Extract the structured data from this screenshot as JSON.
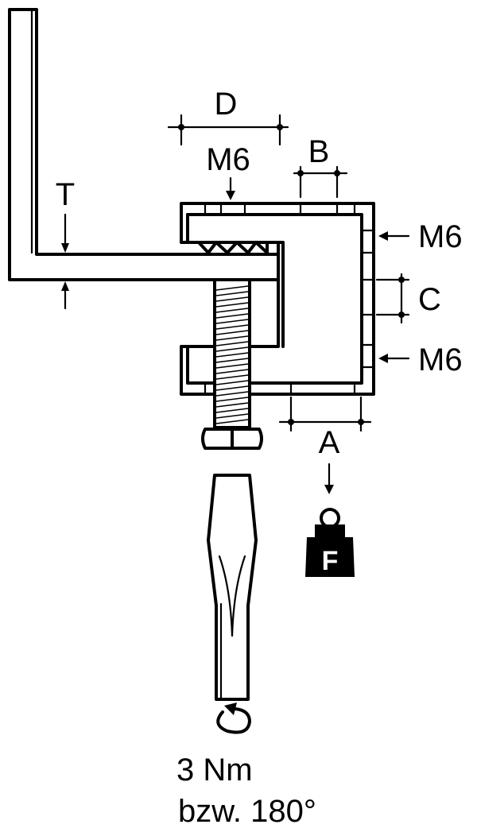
{
  "labels": {
    "d": "D",
    "m6_top": "M6",
    "b": "B",
    "t": "T",
    "m6_right_top": "M6",
    "c": "C",
    "m6_right_bottom": "M6",
    "a": "A",
    "f": "F"
  },
  "caption": {
    "torque": "3 Nm",
    "angle": "bzw. 180°"
  },
  "icons": {
    "weight": "weight-icon",
    "rotation": "rotation-arrow-icon",
    "screwdriver": "screwdriver-icon"
  },
  "colors": {
    "ink": "#000000",
    "paper": "#ffffff"
  }
}
